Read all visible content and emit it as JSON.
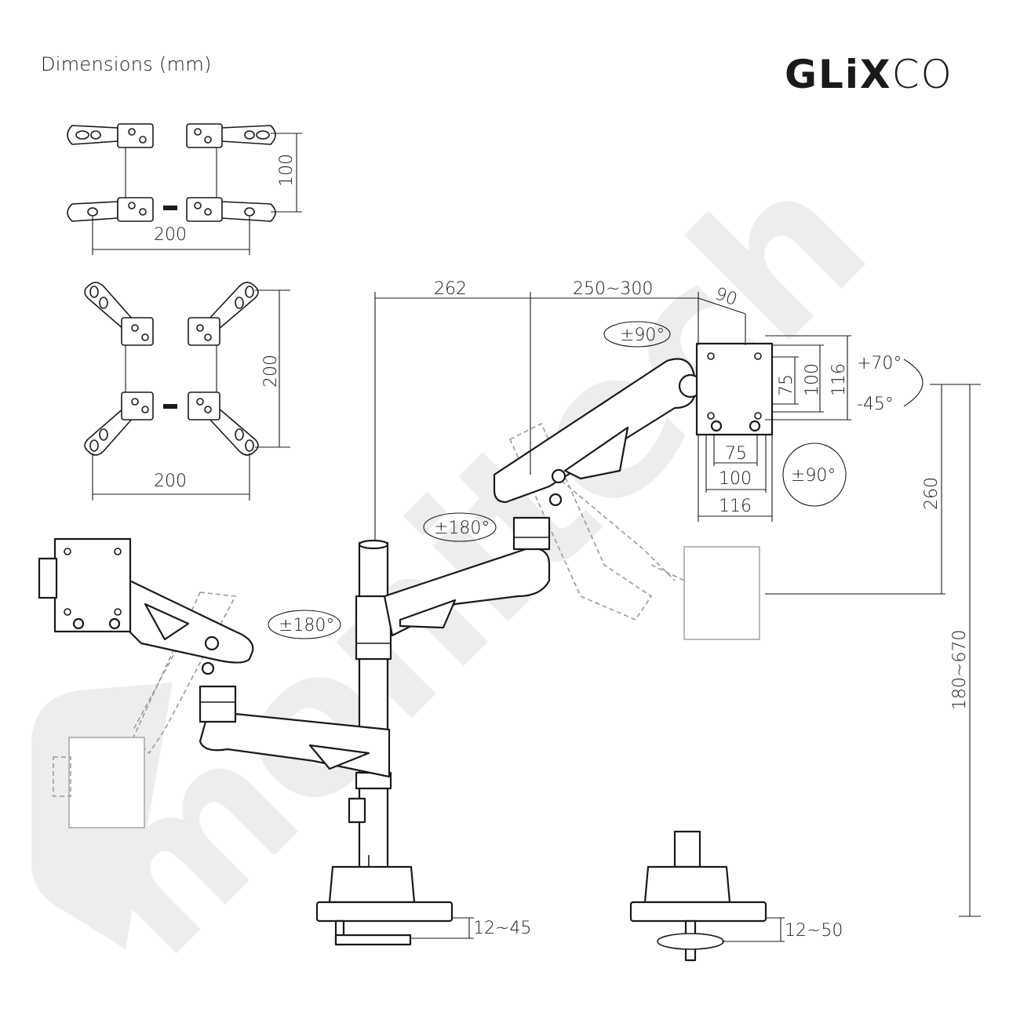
{
  "header": {
    "title": "Dimensions (mm)",
    "logo_bold": "GLiX",
    "logo_light": "CO",
    "watermark": "monitech"
  },
  "adapter_plate_small": {
    "width": "200",
    "height": "100"
  },
  "adapter_plate_large": {
    "width": "200",
    "height": "200"
  },
  "arm": {
    "pole_to_joint": "262",
    "arm_reach": "250~300",
    "head_depth": "90",
    "swivel_head": "±90°",
    "swivel_upper_arm": "±180°",
    "swivel_lower_arm": "±180°",
    "tilt_up": "+70°",
    "tilt_down": "-45°",
    "rotation": "±90°",
    "vesa_75": "75",
    "vesa_100": "100",
    "vesa_116": "116",
    "arm_height_range": "260",
    "total_height_range": "180~670",
    "clamp_thickness": "12~45",
    "grommet_thickness": "12~50"
  },
  "colors": {
    "line": "#1a1a1a",
    "ghost": "#9a9a9a",
    "watermark": "#ededed"
  }
}
